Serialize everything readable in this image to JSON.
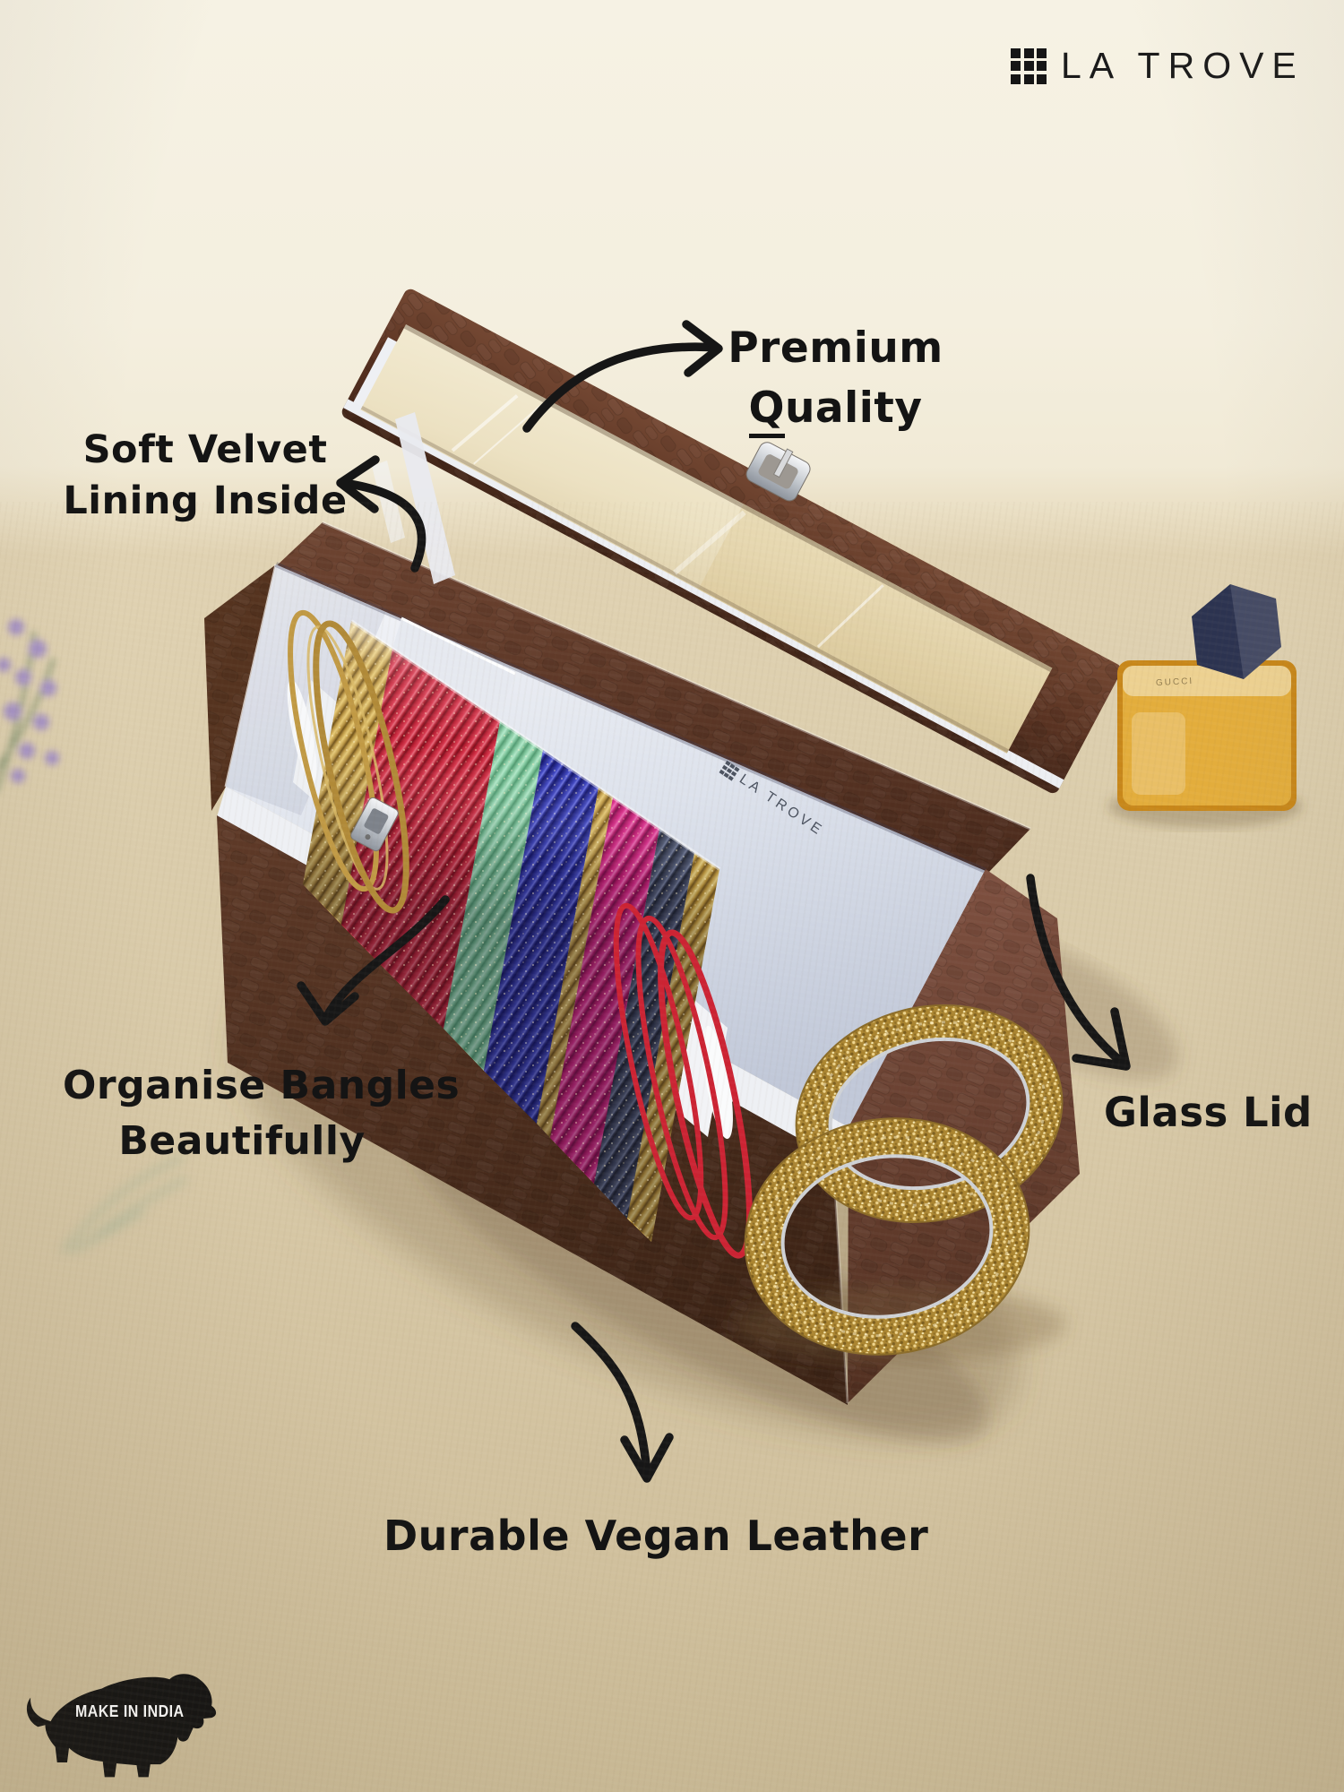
{
  "brand": {
    "logo_text": "LA TROVE",
    "logo_icon": "grid-3x3-icon"
  },
  "inner_print": {
    "text": "LA TROVE",
    "icon": "grid-3x3-icon"
  },
  "annotations": {
    "premium_quality": {
      "line1": "Premium",
      "line2_first": "Q",
      "line2_rest": "uality"
    },
    "soft_velvet": {
      "line1": "Soft Velvet",
      "line2": "Lining Inside"
    },
    "organise_bangles": {
      "line1": "Organise Bangles",
      "line2": "Beautifully"
    },
    "glass_lid": {
      "label": "Glass Lid"
    },
    "durable_vegan_leather": {
      "label": "Durable Vegan Leather"
    }
  },
  "badge": {
    "label": "MAKE IN INDIA",
    "icon": "lion-silhouette-icon"
  },
  "props": {
    "perfume_bottle_label": "GUCCI"
  },
  "product": {
    "name": "Bangle Organizer Box",
    "exterior": "brown croc-texture vegan leather",
    "interior": "white velvet lining",
    "lid": "glass window lid",
    "bangle_colors": [
      "gold",
      "red",
      "mint green",
      "royal blue",
      "gold",
      "magenta pink",
      "charcoal navy",
      "gold",
      "red"
    ]
  },
  "palette": {
    "wall": "#f5f1e2",
    "table": "#d9ccae",
    "ink": "#141414",
    "leather_dark": "#4e2e20",
    "leather_mid": "#64402c",
    "leather_light": "#7b4d3a",
    "velvet": "#e3e7f0",
    "gold": "#c9a24a",
    "red": "#c32036",
    "mint": "#8fd0a5",
    "royal_blue": "#2e35a8",
    "magenta": "#d62186",
    "charcoal_navy": "#3c4257",
    "amber": "#d89a2b",
    "cap_navy": "#2c3350",
    "silver": "#c9cdd3"
  }
}
